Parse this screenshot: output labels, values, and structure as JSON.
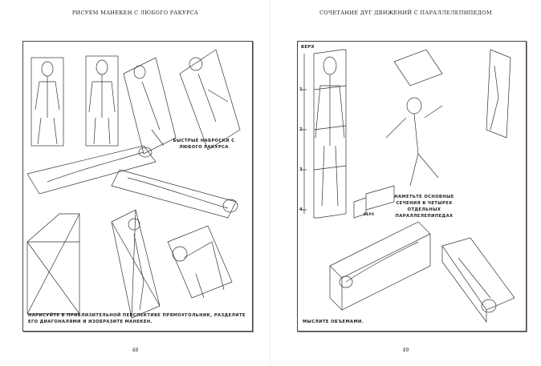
{
  "left_page": {
    "running_head": "РИСУЕМ МАНЕКЕН С ЛЮБОГО РАКУРСА",
    "callout": "БЫСТРЫЕ НАБРОСКИ С ЛЮБОГО РАКУРСА",
    "caption": "НАРИСУЙТЕ В ПРИБЛИЗИТЕЛЬНОЙ ПЕРСПЕКТИВЕ ПРЯМОУГОЛЬНИК, РАЗДЕЛИТЕ ЕГО ДИАГОНАЛЯМИ И ИЗОБРАЗИТЕ МАНЕКЕН.",
    "page_number": "48"
  },
  "right_page": {
    "running_head": "СОЧЕТАНИЕ ДУГ ДВИЖЕНИЙ С ПАРАЛЛЕЛЕПИПЕДОМ",
    "label_top": "ВЕРХ",
    "label_top_small": "ВЕРХ",
    "ruler_marks": [
      "1",
      "2",
      "3",
      "4"
    ],
    "callout": "НАМЕТЬТЕ ОСНОВНЫЕ СЕЧЕНИЯ В ЧЕТЫРЕХ ОТДЕЛЬНЫХ ПАРАЛЛЕЛЕПИПЕДАХ",
    "caption": "МЫСЛИТЕ ОБЪЕМАМИ.",
    "page_number": "49"
  }
}
